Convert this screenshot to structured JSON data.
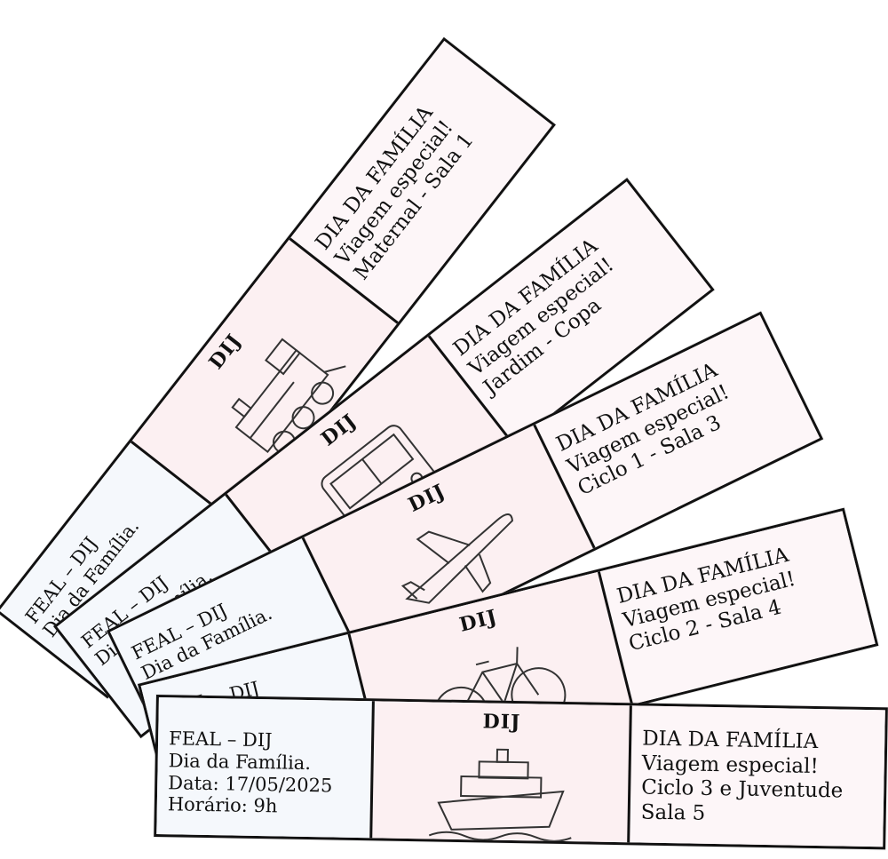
{
  "tickets": {
    "t1": {
      "header": "FEAL – DIJ",
      "event": "Dia da Família.",
      "dij": "DIJ",
      "title": "DIA DA FAMÍLIA",
      "subtitle": "Viagem especial!",
      "group": "Maternal - Sala 1",
      "icon": "train-icon"
    },
    "t2": {
      "header": "FEAL – DIJ",
      "event": "Dia da Família.",
      "dij": "DIJ",
      "title": "DIA DA FAMÍLIA",
      "subtitle": "Viagem especial!",
      "group": "Jardim - Copa",
      "icon": "bus-icon"
    },
    "t3": {
      "header": "FEAL – DIJ",
      "event": "Dia da Família.",
      "dij": "DIJ",
      "title": "DIA DA FAMÍLIA",
      "subtitle": "Viagem especial!",
      "group": "Ciclo 1 - Sala 3",
      "icon": "airplane-icon"
    },
    "t4": {
      "header": "FEAL – DIJ",
      "dij": "DIJ",
      "title": "DIA DA FAMÍLIA",
      "subtitle": "Viagem especial!",
      "group": "Ciclo 2 - Sala 4",
      "icon": "bicycle-icon"
    },
    "t5": {
      "header": "FEAL – DIJ",
      "event": "Dia da Família.",
      "date": "Data: 17/05/2025",
      "time": "Horário: 9h",
      "dij": "DIJ",
      "title": "DIA DA FAMÍLIA",
      "subtitle": "Viagem especial!",
      "group": "Ciclo 3 e Juventude",
      "room": "Sala 5",
      "icon": "ship-icon"
    }
  }
}
